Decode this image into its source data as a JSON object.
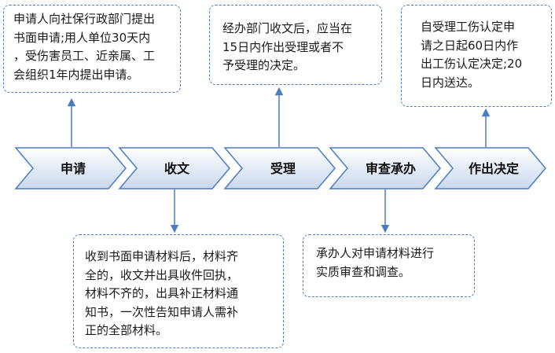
{
  "steps": [
    "申请",
    "收文",
    "受理",
    "审查承办",
    "作出决定"
  ],
  "notes": {
    "apply": "申请人向社保行政部门提出\n书面申请;用人单位30天内\n，受伤害员工、近亲属、工\n会组织1年内提出申请。",
    "accept": "经办部门收文后，应当在\n15日内作出受理或者不\n予受理的决定。",
    "decide": "自受理工伤认定申\n请之日起60日内作\n出工伤认定决定;20\n日内送达。",
    "receive": "收到书面申请材料后，材料齐\n全的，收文并出具收件回执，\n材料不齐的，出具补正材料通\n知书，一次性告知申请人需补\n正的全部材料。",
    "review": "承办人对申请材料进行\n实质审查和调查。"
  },
  "colors": {
    "chevron_light": "#ffffff",
    "chevron_dark": "#c9d8ee",
    "chevron_border": "#4a7cc4",
    "arrow": "#4a7cc4",
    "note_border": "#4a7cc4"
  }
}
